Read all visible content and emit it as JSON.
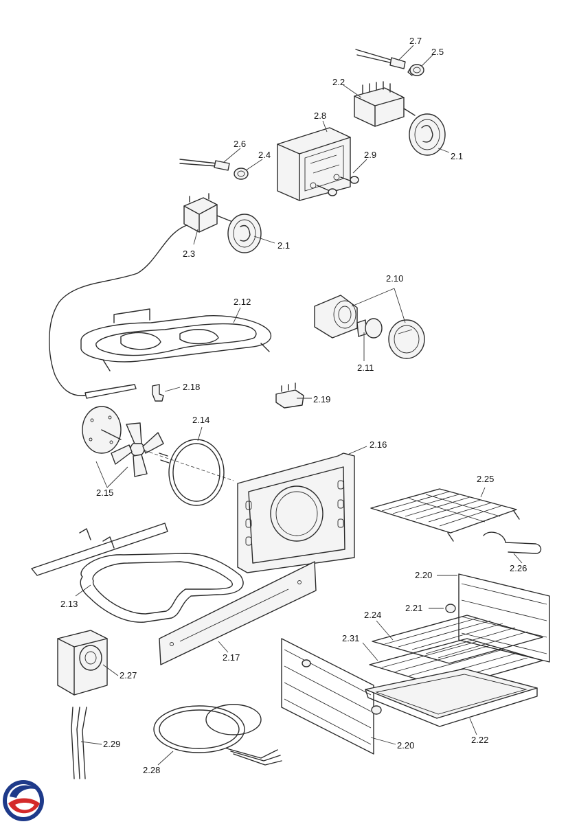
{
  "diagram": {
    "callouts": {
      "c2_7": "2.7",
      "c2_5": "2.5",
      "c2_2": "2.2",
      "c2_8": "2.8",
      "c2_6": "2.6",
      "c2_4": "2.4",
      "c2_9": "2.9",
      "c2_1a": "2.1",
      "c2_3": "2.3",
      "c2_1b": "2.1",
      "c2_10": "2.10",
      "c2_12": "2.12",
      "c2_11": "2.11",
      "c2_18": "2.18",
      "c2_19": "2.19",
      "c2_14": "2.14",
      "c2_16": "2.16",
      "c2_15": "2.15",
      "c2_25": "2.25",
      "c2_26": "2.26",
      "c2_13": "2.13",
      "c2_20a": "2.20",
      "c2_21": "2.21",
      "c2_24": "2.24",
      "c2_31": "2.31",
      "c2_17": "2.17",
      "c2_27": "2.27",
      "c2_22": "2.22",
      "c2_20b": "2.20",
      "c2_29": "2.29",
      "c2_28": "2.28"
    },
    "logo": {
      "colors": {
        "blue": "#1e3a8a",
        "red": "#d42a2a"
      },
      "icon": "brand-logo-icon"
    }
  }
}
